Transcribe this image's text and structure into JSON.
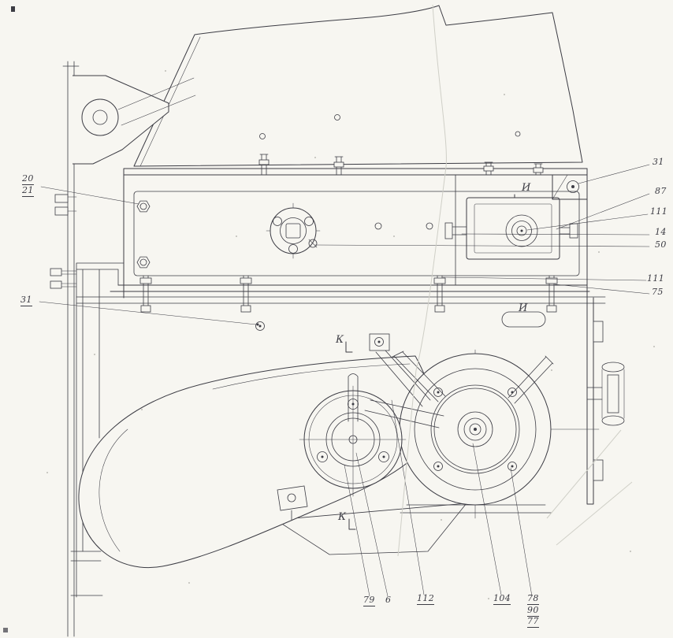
{
  "colors": {
    "paper": "#f7f6f1",
    "ink": "#3c3c44"
  },
  "callouts": {
    "left": [
      {
        "label": "20"
      },
      {
        "label": "21"
      },
      {
        "label": "31"
      }
    ],
    "right": [
      {
        "label": "31"
      },
      {
        "label": "87"
      },
      {
        "label": "111"
      },
      {
        "label": "14"
      },
      {
        "label": "50"
      },
      {
        "label": "111"
      },
      {
        "label": "75"
      }
    ],
    "bottom": [
      {
        "label": "79"
      },
      {
        "label": "6"
      },
      {
        "label": "112"
      },
      {
        "label": "104"
      },
      {
        "label": "78"
      },
      {
        "label": "90"
      },
      {
        "label": "77"
      }
    ]
  },
  "section_markers": {
    "k_upper": "К",
    "k_lower": "К",
    "i_upper": "И",
    "i_lower": "И"
  }
}
